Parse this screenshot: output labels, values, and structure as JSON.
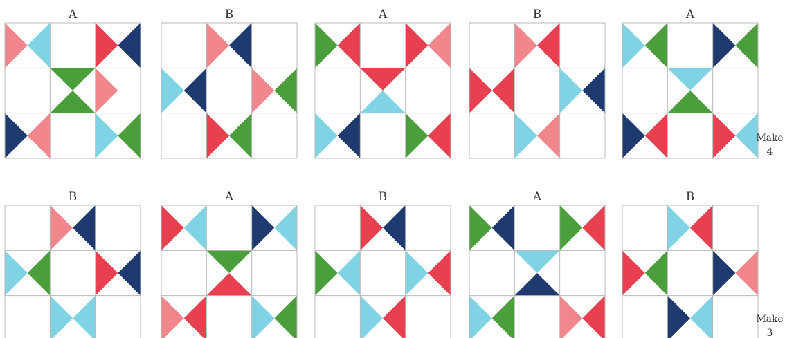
{
  "palette": {
    "red": "#e8404f",
    "pink": "#f2868d",
    "navy": "#1f3a6e",
    "aqua": "#7fd3e4",
    "green": "#4a9e3c",
    "line": "#b9b9b9",
    "text": "#333333"
  },
  "rows": [
    {
      "make_line1": "Make",
      "make_line2": "4",
      "blocks": [
        {
          "label": "A",
          "hst": [
            [
              "tl",
              "l",
              "pink"
            ],
            [
              "tl",
              "r",
              "aqua"
            ],
            [
              "tr",
              "l",
              "red"
            ],
            [
              "tr",
              "r",
              "navy"
            ],
            [
              "cc",
              "t",
              "green"
            ],
            [
              "cc",
              "b",
              "green"
            ],
            [
              "cr",
              "l",
              "pink"
            ],
            [
              "bl",
              "l",
              "navy"
            ],
            [
              "bl",
              "r",
              "pink"
            ],
            [
              "br",
              "l",
              "aqua"
            ],
            [
              "br",
              "r",
              "green"
            ]
          ]
        },
        {
          "label": "B",
          "hst": [
            [
              "tc",
              "l",
              "pink"
            ],
            [
              "tc",
              "r",
              "navy"
            ],
            [
              "cl",
              "l",
              "aqua"
            ],
            [
              "cl",
              "r",
              "navy"
            ],
            [
              "cr",
              "l",
              "pink"
            ],
            [
              "cr",
              "r",
              "green"
            ],
            [
              "bc",
              "l",
              "red"
            ],
            [
              "bc",
              "r",
              "green"
            ]
          ]
        },
        {
          "label": "A",
          "hst": [
            [
              "tl",
              "l",
              "green"
            ],
            [
              "tl",
              "r",
              "red"
            ],
            [
              "tr",
              "l",
              "red"
            ],
            [
              "tr",
              "r",
              "pink"
            ],
            [
              "cc",
              "t",
              "red"
            ],
            [
              "cc",
              "b",
              "aqua"
            ],
            [
              "bl",
              "l",
              "aqua"
            ],
            [
              "bl",
              "r",
              "navy"
            ],
            [
              "br",
              "l",
              "green"
            ],
            [
              "br",
              "r",
              "red"
            ]
          ]
        },
        {
          "label": "B",
          "hst": [
            [
              "tc",
              "l",
              "pink"
            ],
            [
              "tc",
              "r",
              "red"
            ],
            [
              "cl",
              "l",
              "red"
            ],
            [
              "cl",
              "r",
              "red"
            ],
            [
              "cr",
              "l",
              "aqua"
            ],
            [
              "cr",
              "r",
              "navy"
            ],
            [
              "bc",
              "l",
              "aqua"
            ],
            [
              "bc",
              "r",
              "pink"
            ]
          ]
        },
        {
          "label": "A",
          "hst": [
            [
              "tl",
              "l",
              "aqua"
            ],
            [
              "tl",
              "r",
              "green"
            ],
            [
              "tr",
              "l",
              "navy"
            ],
            [
              "tr",
              "r",
              "green"
            ],
            [
              "cc",
              "t",
              "aqua"
            ],
            [
              "cc",
              "b",
              "green"
            ],
            [
              "bl",
              "l",
              "navy"
            ],
            [
              "bl",
              "r",
              "red"
            ],
            [
              "br",
              "l",
              "red"
            ],
            [
              "br",
              "r",
              "aqua"
            ]
          ]
        }
      ]
    },
    {
      "make_line1": "Make",
      "make_line2": "3",
      "blocks": [
        {
          "label": "B",
          "hst": [
            [
              "tc",
              "l",
              "pink"
            ],
            [
              "tc",
              "r",
              "navy"
            ],
            [
              "cl",
              "l",
              "aqua"
            ],
            [
              "cl",
              "r",
              "green"
            ],
            [
              "cr",
              "l",
              "red"
            ],
            [
              "cr",
              "r",
              "navy"
            ],
            [
              "bc",
              "l",
              "aqua"
            ],
            [
              "bc",
              "r",
              "aqua"
            ]
          ]
        },
        {
          "label": "A",
          "hst": [
            [
              "tl",
              "l",
              "red"
            ],
            [
              "tl",
              "r",
              "aqua"
            ],
            [
              "tr",
              "l",
              "navy"
            ],
            [
              "tr",
              "r",
              "aqua"
            ],
            [
              "cc",
              "t",
              "green"
            ],
            [
              "cc",
              "b",
              "red"
            ],
            [
              "bl",
              "l",
              "pink"
            ],
            [
              "bl",
              "r",
              "red"
            ],
            [
              "br",
              "l",
              "aqua"
            ],
            [
              "br",
              "r",
              "green"
            ]
          ]
        },
        {
          "label": "B",
          "hst": [
            [
              "tc",
              "l",
              "red"
            ],
            [
              "tc",
              "r",
              "navy"
            ],
            [
              "cl",
              "l",
              "green"
            ],
            [
              "cl",
              "r",
              "aqua"
            ],
            [
              "cr",
              "l",
              "aqua"
            ],
            [
              "cr",
              "r",
              "red"
            ],
            [
              "bc",
              "l",
              "aqua"
            ],
            [
              "bc",
              "r",
              "red"
            ]
          ]
        },
        {
          "label": "A",
          "hst": [
            [
              "tl",
              "l",
              "green"
            ],
            [
              "tl",
              "r",
              "navy"
            ],
            [
              "tr",
              "l",
              "green"
            ],
            [
              "tr",
              "r",
              "red"
            ],
            [
              "cc",
              "t",
              "aqua"
            ],
            [
              "cc",
              "b",
              "navy"
            ],
            [
              "bl",
              "l",
              "aqua"
            ],
            [
              "bl",
              "r",
              "green"
            ],
            [
              "br",
              "l",
              "pink"
            ],
            [
              "br",
              "r",
              "red"
            ]
          ]
        },
        {
          "label": "B",
          "hst": [
            [
              "tc",
              "l",
              "aqua"
            ],
            [
              "tc",
              "r",
              "red"
            ],
            [
              "cl",
              "l",
              "red"
            ],
            [
              "cl",
              "r",
              "green"
            ],
            [
              "cr",
              "l",
              "navy"
            ],
            [
              "cr",
              "r",
              "pink"
            ],
            [
              "bc",
              "l",
              "navy"
            ],
            [
              "bc",
              "r",
              "aqua"
            ]
          ]
        }
      ]
    }
  ]
}
